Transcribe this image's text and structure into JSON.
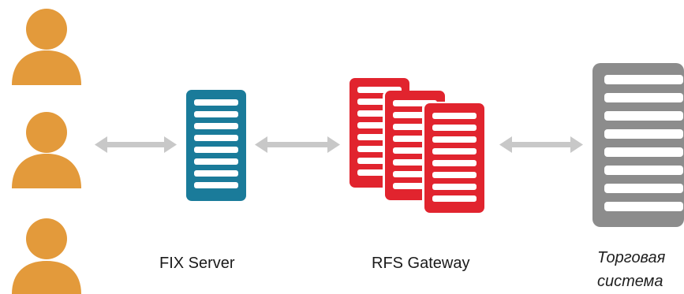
{
  "labels": {
    "fix_server": "FIX Server",
    "rfs_gateway": "RFS Gateway",
    "trading_system_line1": "Торговая",
    "trading_system_line2": "система"
  },
  "colors": {
    "user": "#E39A3B",
    "fix_server": "#1A7B9A",
    "rfs_gateway": "#E1242E",
    "trading_system": "#8C8C8C",
    "arrow": "#C8C8C8"
  },
  "icons": [
    "user-icon",
    "user-icon",
    "user-icon",
    "server-icon",
    "server-stack-icon",
    "server-icon"
  ]
}
